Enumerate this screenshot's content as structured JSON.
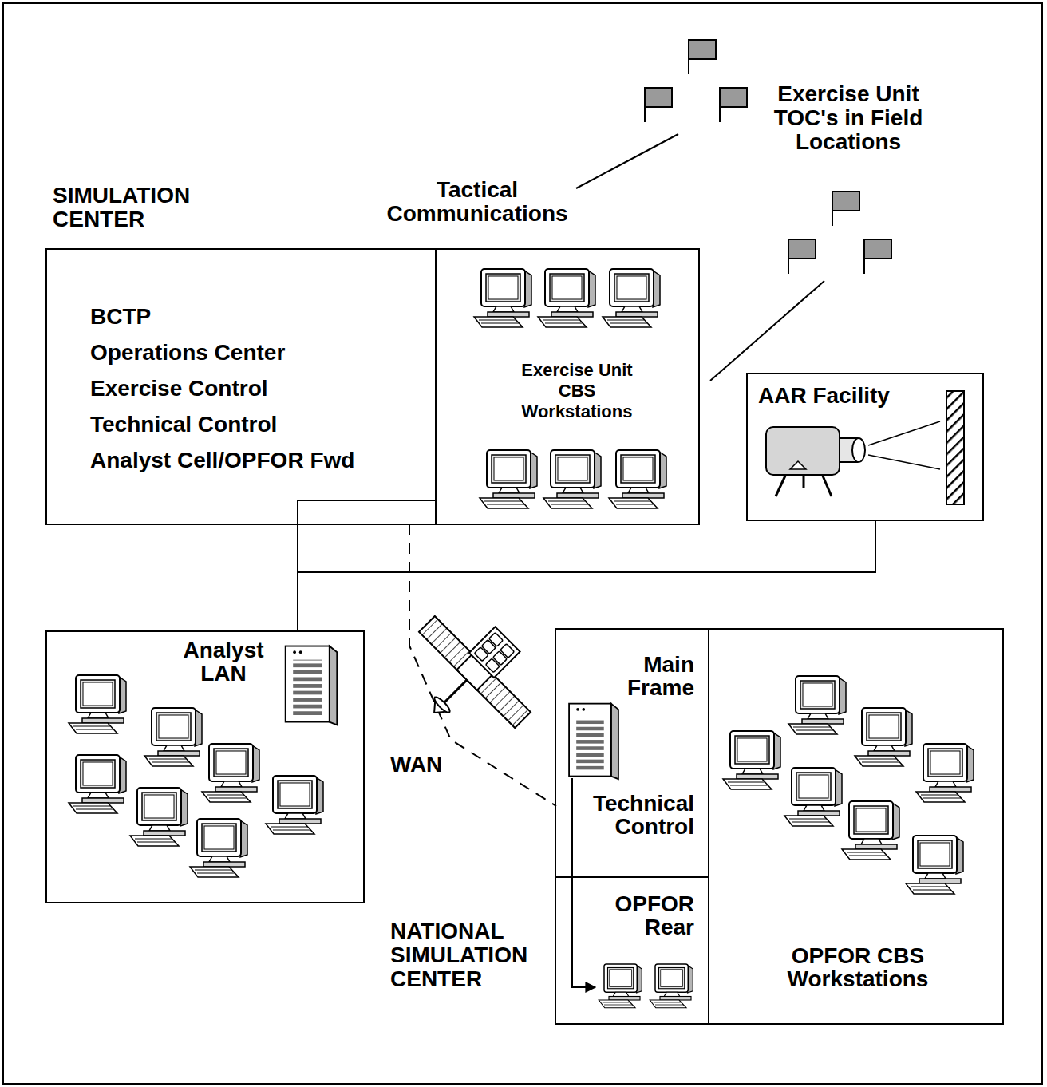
{
  "diagram": {
    "nodes": [
      {
        "text": [
          "SIMULATION CENTER"
        ]
      },
      {
        "text": [
          "BCTP",
          "Operations Center",
          "Exercise Control",
          "Technical Control",
          "Analyst Cell/OPFOR Fwd"
        ],
        "in": 0
      },
      {
        "text": [
          "Exercise Unit CBS Workstations"
        ],
        "in": 0
      },
      {
        "text": [
          "AAR Facility"
        ]
      },
      {
        "text": [
          "Analyst LAN"
        ]
      },
      {
        "text": [
          "NATIONAL SIMULATION CENTER"
        ]
      },
      {
        "text": [
          "Main Frame",
          "Technical Control"
        ],
        "in": 5
      },
      {
        "text": [
          "OPFOR Rear"
        ],
        "in": 5
      },
      {
        "text": [
          "OPFOR CBS Workstations"
        ],
        "in": 5
      }
    ],
    "edges": [
      {
        "from": 1,
        "to": 4,
        "arrow": "none"
      },
      {
        "from": 1,
        "to": 3,
        "arrow": "none"
      },
      {
        "from": 1,
        "to": 6,
        "label": "WAN",
        "arrow": "none"
      },
      {
        "from": 6,
        "to": 7,
        "arrow": "to"
      }
    ],
    "labels": [
      "Exercise Unit TOC's in Field Locations",
      "Tactical Communications"
    ]
  }
}
